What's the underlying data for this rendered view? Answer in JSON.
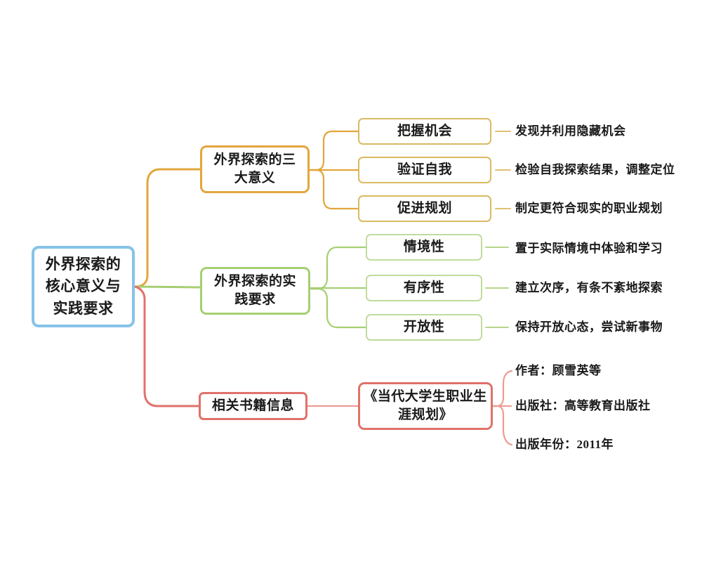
{
  "colors": {
    "root_border": "#85C3E8",
    "branch1_line": "#E2A63C",
    "branch1_child": "#D8BA62",
    "branch1_dash": "#DFC173",
    "branch2_line": "#A6CF72",
    "branch2_child": "#C0DC9C",
    "branch2_dash": "#B5D687",
    "branch3_line": "#E0716A",
    "branch3_fork": "#ED9B94",
    "text": "#1A1A1A",
    "background": "#FFFFFF"
  },
  "root": {
    "label": "外界探索的核心意义与实践要求"
  },
  "branches": [
    {
      "label": "外界探索的三大意义",
      "children": [
        {
          "label": "把握机会",
          "note": "发现并利用隐藏机会"
        },
        {
          "label": "验证自我",
          "note": "检验自我探索结果，调整定位"
        },
        {
          "label": "促进规划",
          "note": "制定更符合现实的职业规划"
        }
      ]
    },
    {
      "label": "外界探索的实践要求",
      "children": [
        {
          "label": "情境性",
          "note": "置于实际情境中体验和学习"
        },
        {
          "label": "有序性",
          "note": "建立次序，有条不紊地探索"
        },
        {
          "label": "开放性",
          "note": "保持开放心态，尝试新事物"
        }
      ]
    },
    {
      "label": "相关书籍信息",
      "children": [
        {
          "label": "《当代大学生职业生涯规划》",
          "notes": [
            "作者：顾雪英等",
            "出版社：高等教育出版社",
            "出版年份：2011年"
          ]
        }
      ]
    }
  ]
}
